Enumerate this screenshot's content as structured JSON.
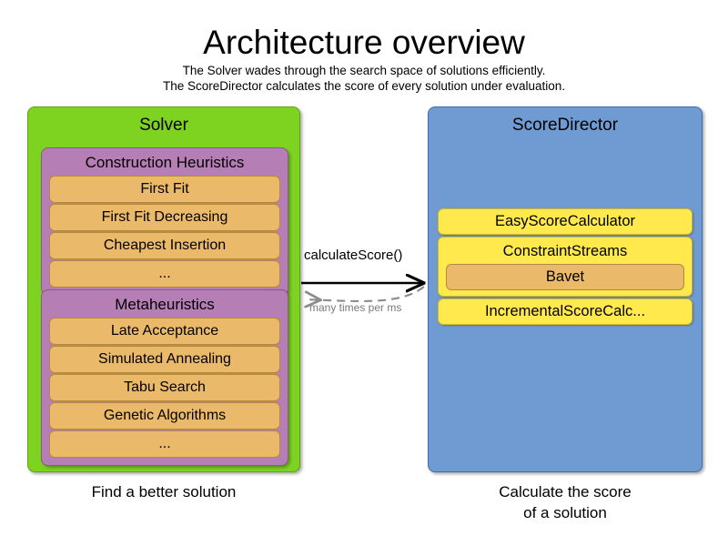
{
  "header": {
    "title": "Architecture overview",
    "subtitle_line1": "The Solver wades through the search space of solutions efficiently.",
    "subtitle_line2": "The ScoreDirector calculates the score of every solution under evaluation."
  },
  "colors": {
    "solver_panel": "#7ed321",
    "solver_panel_border": "#5ea513",
    "group": "#b57eb5",
    "group_border": "#8a5a8a",
    "item": "#eab96a",
    "item_border": "#b8873d",
    "scoredirector_panel": "#709bd2",
    "scoredirector_panel_border": "#3f6eae",
    "calculator": "#ffe94d",
    "calculator_border": "#d0ba22",
    "arrow_call": "#000000",
    "arrow_return": "#8c8c8c",
    "background": "#ffffff"
  },
  "solver": {
    "title": "Solver",
    "caption": "Find a better solution",
    "groups": [
      {
        "title": "Construction Heuristics",
        "items": [
          {
            "label": "First Fit"
          },
          {
            "label": "First Fit Decreasing"
          },
          {
            "label": "Cheapest Insertion"
          },
          {
            "label": "..."
          }
        ]
      },
      {
        "title": "Metaheuristics",
        "items": [
          {
            "label": "Late Acceptance"
          },
          {
            "label": "Simulated Annealing"
          },
          {
            "label": "Tabu Search"
          },
          {
            "label": "Genetic Algorithms"
          },
          {
            "label": "..."
          }
        ]
      }
    ]
  },
  "score_director": {
    "title": "ScoreDirector",
    "caption_line1": "Calculate the score",
    "caption_line2": "of a solution",
    "calculators": [
      {
        "label": "EasyScoreCalculator",
        "sub": null
      },
      {
        "label": "ConstraintStreams",
        "sub": "Bavet"
      },
      {
        "label": "IncrementalScoreCalc...",
        "sub": null
      }
    ]
  },
  "arrows": {
    "call_label": "calculateScore()",
    "return_label": "many times per ms"
  }
}
